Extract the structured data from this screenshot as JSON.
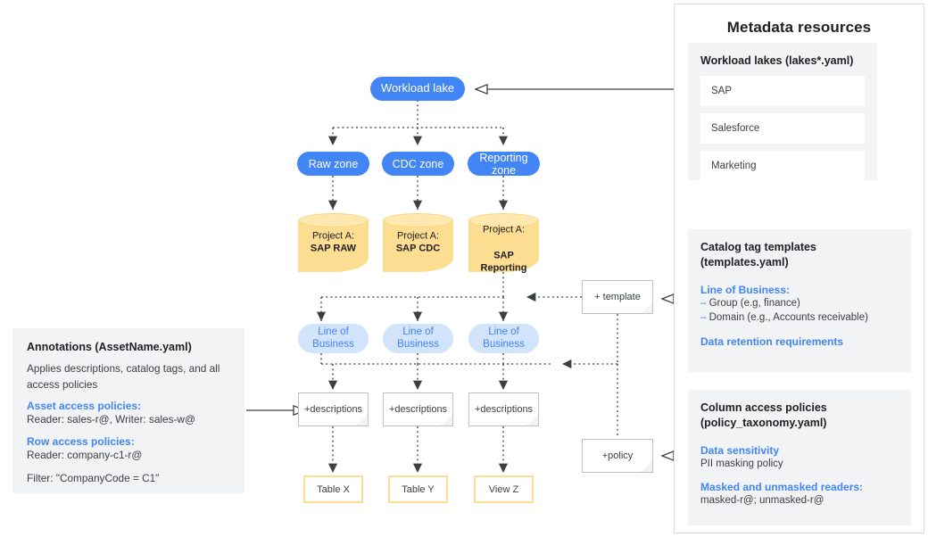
{
  "diagram": {
    "flow": {
      "workload_lake": "Workload lake",
      "zones": [
        {
          "label": "Raw zone"
        },
        {
          "label": "CDC zone"
        },
        {
          "label": "Reporting\nzone"
        }
      ],
      "projects": [
        {
          "line1": "Project A:",
          "line2": "SAP RAW"
        },
        {
          "line1": "Project A:",
          "line2": "SAP CDC"
        },
        {
          "line1": "Project A:",
          "line2": "SAP\nReporting"
        }
      ],
      "line_of_business": [
        {
          "line1": "Line of",
          "line2": "Business"
        },
        {
          "line1": "Line of",
          "line2": "Business"
        },
        {
          "line1": "Line of",
          "line2": "Business"
        }
      ],
      "descriptions": [
        {
          "label": "+descriptions"
        },
        {
          "label": "+descriptions"
        },
        {
          "label": "+descriptions"
        }
      ],
      "outputs": [
        {
          "label": "Table X"
        },
        {
          "label": "Table Y"
        },
        {
          "label": "View Z"
        }
      ],
      "template_note": "+ template",
      "policy_note": "+policy"
    },
    "annotations_panel": {
      "title": "Annotations (AssetName.yaml)",
      "description": "Applies descriptions, catalog tags, and all access policies",
      "asset_access_heading": "Asset access policies:",
      "asset_access_value": "Reader: sales-r@, Writer: sales-w@",
      "row_access_heading": "Row access policies:",
      "row_access_value": "Reader: company-c1-r@",
      "filter_value": "Filter: \"CompanyCode = C1\""
    },
    "metadata_panel": {
      "title": "Metadata resources",
      "workload_lakes": {
        "heading": "Workload lakes (lakes*.yaml)",
        "items": [
          {
            "label": "SAP"
          },
          {
            "label": "Salesforce"
          },
          {
            "label": "Marketing"
          }
        ]
      },
      "catalog_templates": {
        "heading_line1": "Catalog tag templates",
        "heading_line2": "(templates.yaml)",
        "lob_heading": "Line of Business:",
        "bullets": [
          {
            "label": "Group (e.g, finance)"
          },
          {
            "label": "Domain (e.g., Accounts receivable)"
          }
        ],
        "retention_heading": "Data retention requirements"
      },
      "column_policies": {
        "heading_line1": "Column access policies",
        "heading_line2": "(policy_taxonomy.yaml)",
        "sensitivity_heading": "Data sensitivity",
        "sensitivity_value": "PII masking policy",
        "readers_heading": "Masked and unmasked readers:",
        "readers_value": "masked-r@; unmasked-r@"
      }
    },
    "colors": {
      "accent_blue": "#4285f4",
      "light_blue": "#d2e3fc",
      "cylinder_yellow": "#fcdd91",
      "panel_gray": "#f1f3f4",
      "line_gray": "#5f6368"
    }
  }
}
